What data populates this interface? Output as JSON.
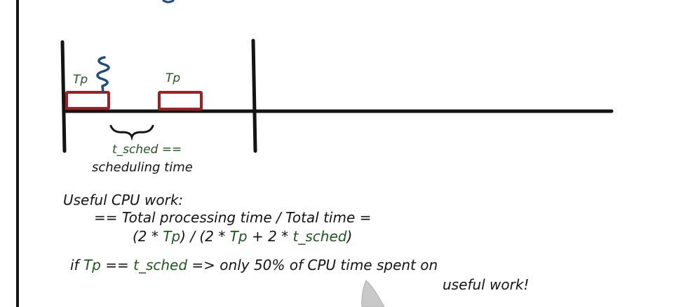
{
  "timeline": {
    "task_label_1": "Tp",
    "task_label_2": "Tp",
    "gap_label": "t_sched ==",
    "gap_label_2": "scheduling time"
  },
  "notes": {
    "line1": "Useful CPU work:",
    "line2": "== Total processing time / Total time =",
    "line3_black_a": "(2 * ",
    "line3_green_a": "Tp",
    "line3_black_b": ") / (2 * ",
    "line3_green_b": "Tp",
    "line3_black_c": " + 2 * ",
    "line3_green_c": "t_sched",
    "line3_black_d": ")",
    "line4_black_a": "if ",
    "line4_green_a": "Tp",
    "line4_black_b": " == ",
    "line4_green_b": "t_sched",
    "line4_black_c": " => only 50% of CPU time spent on",
    "line5": "useful work!"
  },
  "colors": {
    "ink_black": "#141414",
    "ink_green": "#1c5a1c",
    "task_box_red": "#a31e1e",
    "thread_blue": "#1f4d82"
  }
}
